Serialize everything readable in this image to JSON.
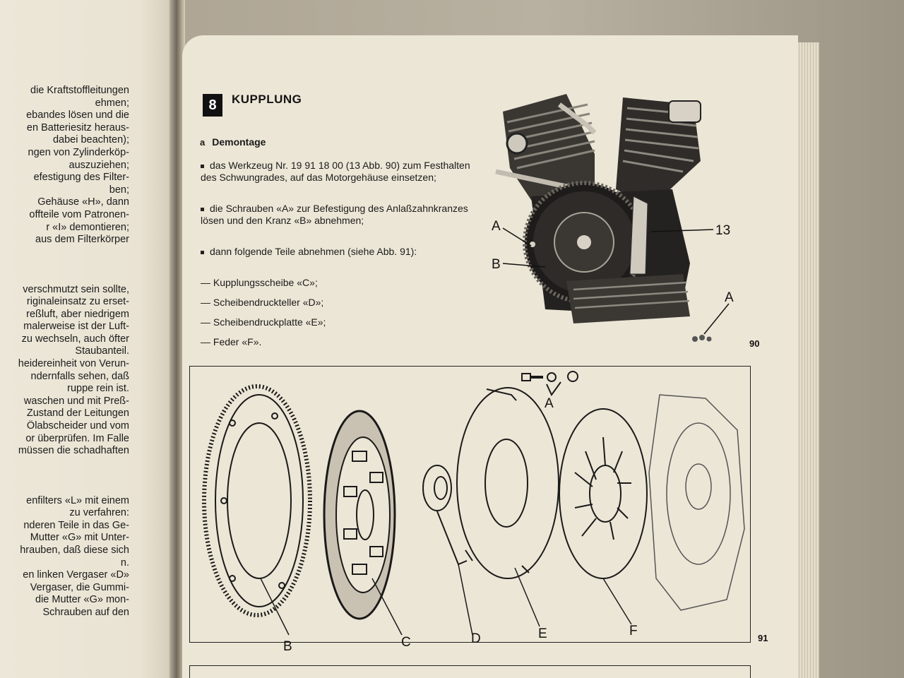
{
  "left_page": {
    "lines": [
      "die Kraftstoffleitungen",
      "ehmen;",
      "ebandes lösen und die",
      "en Batteriesitz heraus-",
      "dabei beachten);",
      "ngen von Zylinderköp-",
      "auszuziehen;",
      "efestigung des Filter-",
      "ben;",
      "Gehäuse «H», dann",
      "offteile vom Patronen-",
      "r «I» demontieren;",
      "aus dem Filterkörper",
      "",
      "",
      "",
      "verschmutzt sein sollte,",
      "riginaleinsatz zu erset-",
      "reßluft, aber niedrigem",
      "malerweise ist der Luft-",
      "zu wechseln, auch öfter",
      "Staubanteil.",
      "heidereinheit von Verun-",
      "ndernfalls sehen, daß",
      "ruppe rein ist.",
      "waschen und mit Preß-",
      "Zustand der Leitungen",
      "Ölabscheider und vom",
      "or überprüfen. Im Falle",
      "müssen die schadhaften",
      "",
      "",
      "",
      "enfilters «L» mit einem",
      "zu verfahren:",
      "nderen Teile in das Ge-",
      "Mutter «G» mit Unter-",
      "hrauben, daß diese sich",
      "n.",
      "en linken Vergaser «D»",
      "Vergaser, die Gummi-",
      "die Mutter «G» mon-",
      "Schrauben auf den"
    ]
  },
  "section": {
    "number": "8",
    "title": "KUPPLUNG",
    "sub_letter": "a",
    "sub_title": "Demontage"
  },
  "paragraphs": [
    "das Werkzeug Nr. 19 91 18 00 (13 Abb. 90) zum Festhalten des Schwungrades, auf das Motorgehäuse einsetzen;",
    "die Schrauben «A» zur Befestigung des Anlaßzahnkranzes lösen und den Kranz «B» abnehmen;",
    "dann folgende Teile abnehmen (siehe Abb. 91):"
  ],
  "parts_list": [
    "— Kupplungsscheibe «C»;",
    "— Scheibendruckteller «D»;",
    "— Scheibendruckplatte «E»;",
    "— Feder «F»."
  ],
  "figure_90": {
    "number": "90",
    "callouts": {
      "a_left": "A",
      "b_left": "B",
      "tool": "13",
      "a_right": "A"
    }
  },
  "figure_91": {
    "number": "91",
    "labels": [
      "A",
      "B",
      "C",
      "D",
      "E",
      "F"
    ]
  }
}
